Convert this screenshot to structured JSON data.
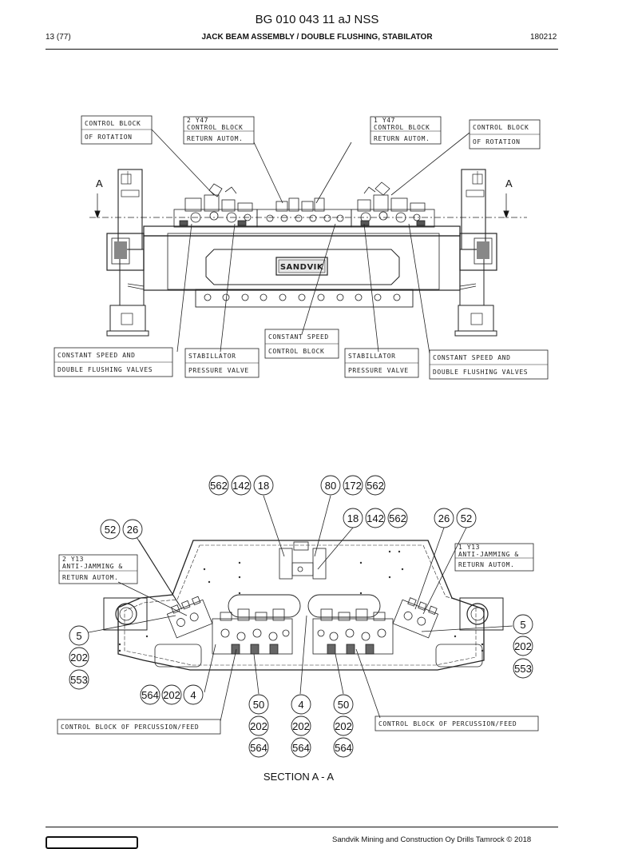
{
  "header": {
    "document_id": "BG 010 043 11 aJ NSS",
    "page": "13 (77)",
    "title": "JACK BEAM ASSEMBLY / DOUBLE FLUSHING, STABILATOR",
    "date": "180212"
  },
  "top_view": {
    "section_marks": [
      "A",
      "A"
    ],
    "brand_plate": "SANDVIK",
    "callouts": {
      "rot_left": [
        "CONTROL BLOCK",
        "OF ROTATION"
      ],
      "ret_left": [
        "2 Y47",
        "CONTROL BLOCK",
        "RETURN AUTOM."
      ],
      "ret_right": [
        "1 Y47",
        "CONTROL BLOCK",
        "RETURN AUTOM."
      ],
      "rot_right": [
        "CONTROL BLOCK",
        "OF ROTATION"
      ],
      "csdf_left": [
        "CONSTANT SPEED AND",
        "DOUBLE FLUSHING VALVES"
      ],
      "stab_left": [
        "STABILLATOR",
        "PRESSURE VALVE"
      ],
      "cs_center": [
        "CONSTANT SPEED",
        "CONTROL BLOCK"
      ],
      "stab_right": [
        "STABILLATOR",
        "PRESSURE VALVE"
      ],
      "csdf_right": [
        "CONSTANT SPEED AND",
        "DOUBLE FLUSHING VALVES"
      ]
    }
  },
  "section_view": {
    "caption": "SECTION A - A",
    "callouts": {
      "anti_left": [
        "2 Y13",
        "ANTI-JAMMING &",
        "RETURN AUTOM."
      ],
      "anti_right": [
        "1 Y13",
        "ANTI-JAMMING &",
        "RETURN AUTOM."
      ],
      "perc_left": [
        "CONTROL BLOCK OF PERCUSSION/FEED"
      ],
      "perc_right": [
        "CONTROL BLOCK OF PERCUSSION/FEED"
      ]
    },
    "balloons": {
      "g1": [
        "562",
        "142",
        "18"
      ],
      "g2": [
        "80",
        "172",
        "562"
      ],
      "g3": [
        "18",
        "142",
        "562"
      ],
      "g4": [
        "26",
        "52"
      ],
      "g5": [
        "52",
        "26"
      ],
      "g6": [
        "5",
        "202",
        "553"
      ],
      "g7": [
        "5",
        "202",
        "553"
      ],
      "g8": [
        "564",
        "202",
        "4"
      ],
      "g9": [
        "50",
        "202",
        "564"
      ],
      "g10": [
        "4",
        "202",
        "564"
      ],
      "g11": [
        "50",
        "202",
        "564"
      ]
    }
  },
  "footer": {
    "copyright": "Sandvik Mining and Construction Oy Drills Tamrock © 2018"
  }
}
